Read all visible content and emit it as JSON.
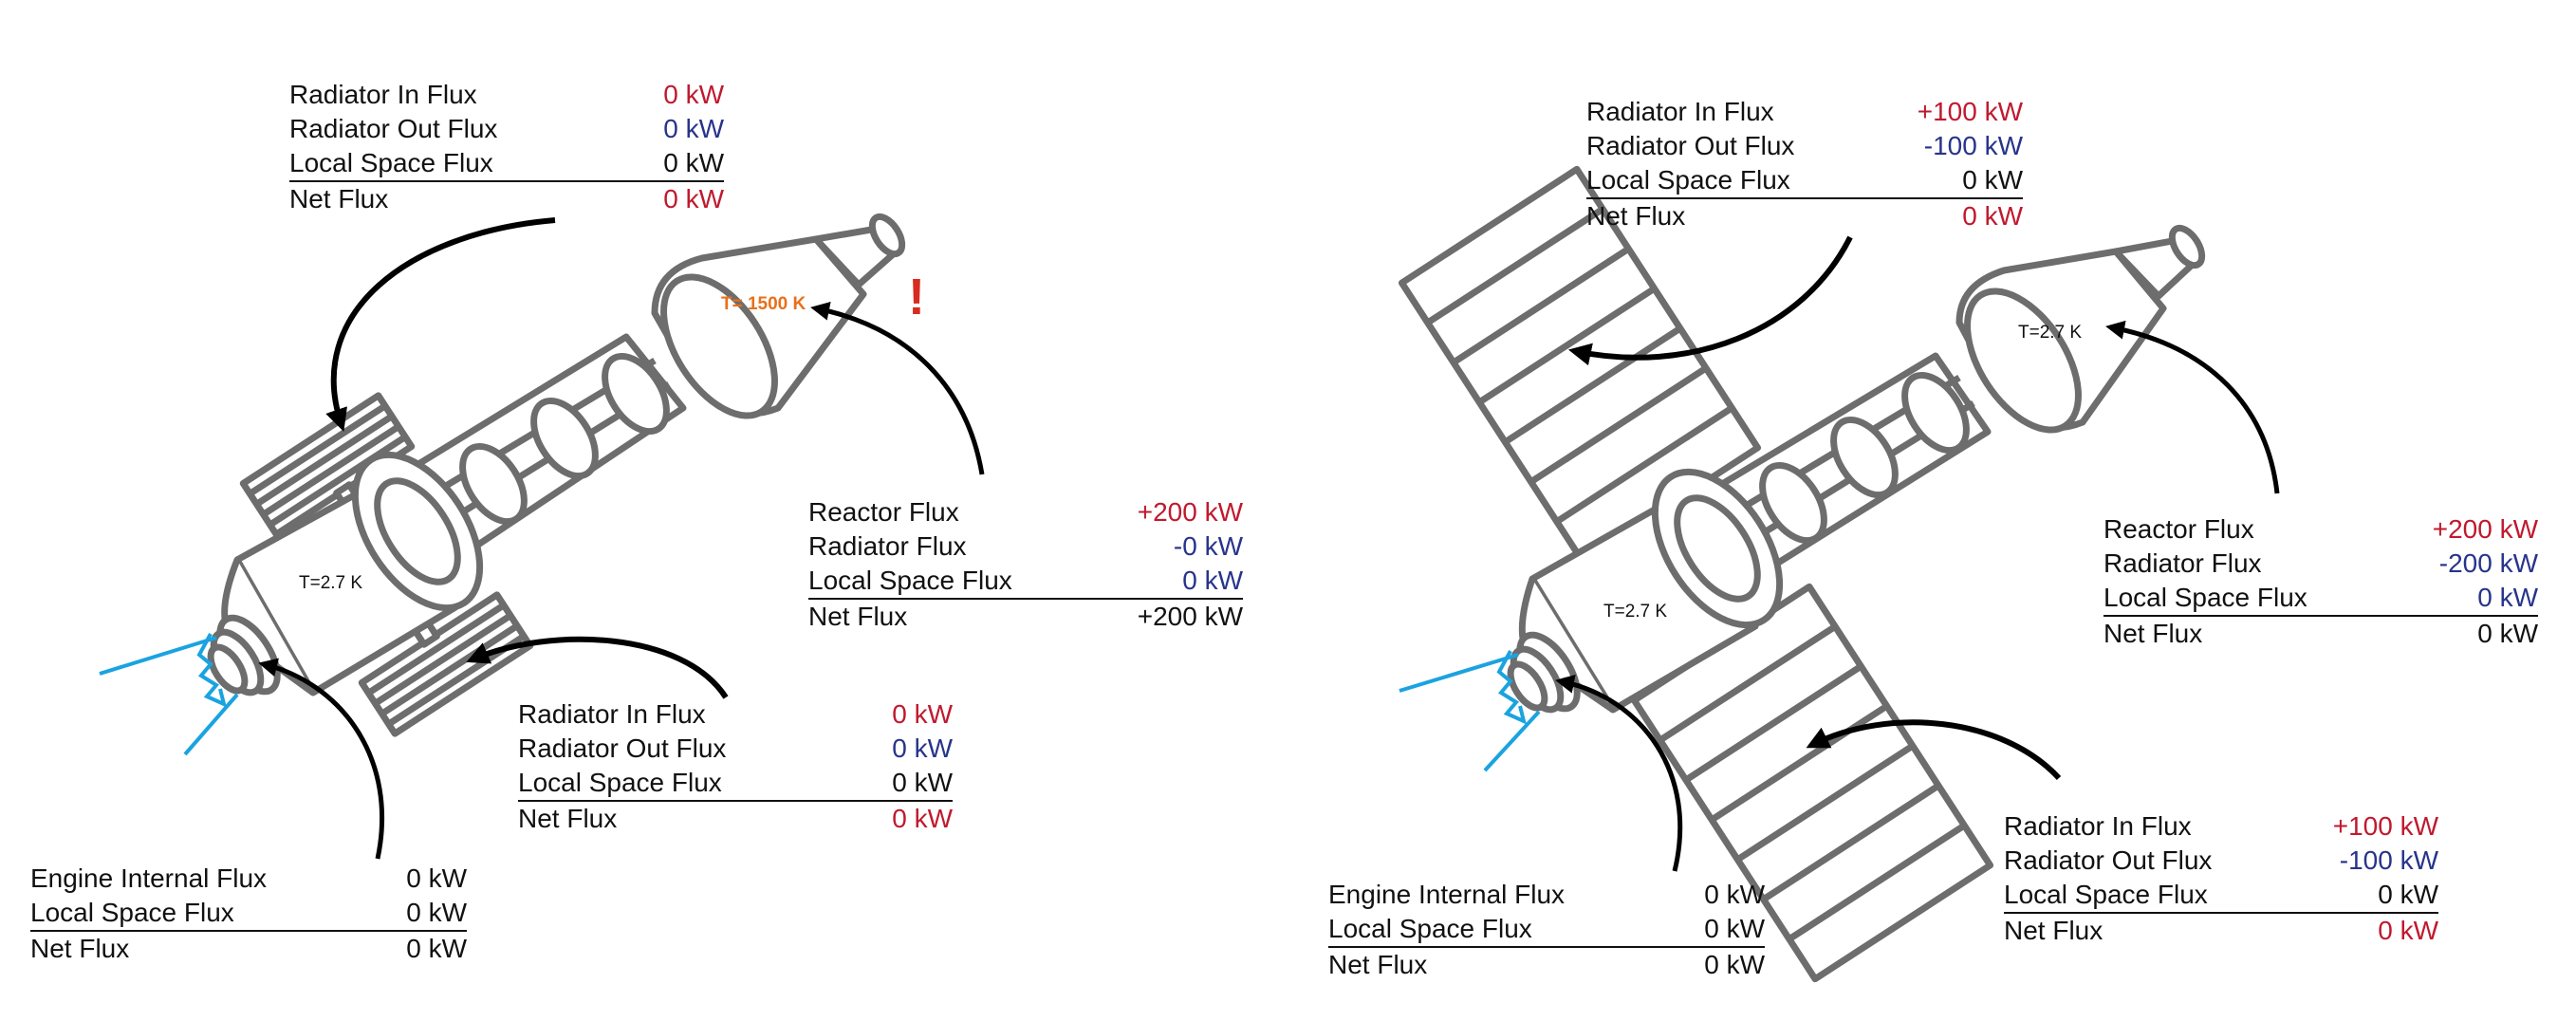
{
  "left_ship": {
    "top_radiator": {
      "rows": [
        {
          "label": "Radiator In Flux",
          "value": "0 kW",
          "color": "#c0192e"
        },
        {
          "label": "Radiator Out Flux",
          "value": "0 kW",
          "color": "#27348b"
        },
        {
          "label": "Local Space Flux",
          "value": "0 kW",
          "color": "#111111"
        },
        {
          "label": "Net Flux",
          "value": "0 kW",
          "color": "#c0192e"
        }
      ]
    },
    "reactor": {
      "rows": [
        {
          "label": "Reactor Flux",
          "value": "+200 kW",
          "color": "#c0192e"
        },
        {
          "label": "Radiator Flux",
          "value": "-0 kW",
          "color": "#27348b"
        },
        {
          "label": "Local Space Flux",
          "value": "0 kW",
          "color": "#27348b"
        },
        {
          "label": "Net Flux",
          "value": "+200 kW",
          "color": "#111111"
        }
      ]
    },
    "bottom_radiator": {
      "rows": [
        {
          "label": "Radiator In Flux",
          "value": "0 kW",
          "color": "#c0192e"
        },
        {
          "label": "Radiator Out Flux",
          "value": "0 kW",
          "color": "#27348b"
        },
        {
          "label": "Local Space Flux",
          "value": "0 kW",
          "color": "#111111"
        },
        {
          "label": "Net Flux",
          "value": "0 kW",
          "color": "#c0192e"
        }
      ]
    },
    "engine": {
      "rows": [
        {
          "label": "Engine Internal Flux",
          "value": "0 kW",
          "color": "#111111"
        },
        {
          "label": "Local Space Flux",
          "value": "0 kW",
          "color": "#111111"
        },
        {
          "label": "Net Flux",
          "value": "0 kW",
          "color": "#111111"
        }
      ]
    },
    "reactor_temp": "T= 1500 K",
    "body_temp": "T=2.7 K",
    "warning": "!"
  },
  "right_ship": {
    "top_radiator": {
      "rows": [
        {
          "label": "Radiator In Flux",
          "value": "+100 kW",
          "color": "#c0192e"
        },
        {
          "label": "Radiator Out Flux",
          "value": "-100 kW",
          "color": "#27348b"
        },
        {
          "label": "Local Space Flux",
          "value": "0 kW",
          "color": "#111111"
        },
        {
          "label": "Net Flux",
          "value": "0 kW",
          "color": "#c0192e"
        }
      ]
    },
    "reactor": {
      "rows": [
        {
          "label": "Reactor Flux",
          "value": "+200 kW",
          "color": "#c0192e"
        },
        {
          "label": "Radiator Flux",
          "value": "-200 kW",
          "color": "#27348b"
        },
        {
          "label": "Local Space Flux",
          "value": "0 kW",
          "color": "#27348b"
        },
        {
          "label": "Net Flux",
          "value": "0 kW",
          "color": "#111111"
        }
      ]
    },
    "bottom_radiator": {
      "rows": [
        {
          "label": "Radiator In Flux",
          "value": "+100 kW",
          "color": "#c0192e"
        },
        {
          "label": "Radiator Out Flux",
          "value": "-100 kW",
          "color": "#27348b"
        },
        {
          "label": "Local Space Flux",
          "value": "0 kW",
          "color": "#111111"
        },
        {
          "label": "Net Flux",
          "value": "0 kW",
          "color": "#c0192e"
        }
      ]
    },
    "engine": {
      "rows": [
        {
          "label": "Engine Internal Flux",
          "value": "0 kW",
          "color": "#111111"
        },
        {
          "label": "Local Space Flux",
          "value": "0 kW",
          "color": "#111111"
        },
        {
          "label": "Net Flux",
          "value": "0 kW",
          "color": "#111111"
        }
      ]
    },
    "reactor_temp": "T=2.7 K",
    "body_temp": "T=2.7 K"
  },
  "colors": {
    "hull": "#6d6d6d",
    "exhaust": "#1aa3e0",
    "hot_label": "#e8701a",
    "warning": "#d62b1f",
    "heat_in": "#c0192e",
    "heat_out": "#27348b"
  }
}
